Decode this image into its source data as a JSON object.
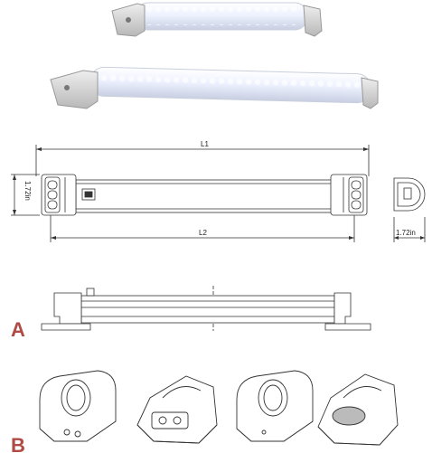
{
  "dimensions": {
    "length_l1": "L1",
    "length_l2": "L2",
    "height": "1.72in",
    "width": "1.72in"
  },
  "labels": {
    "section_a": "A",
    "section_b": "B"
  },
  "colors": {
    "label_red": "#b04a44",
    "lamp_glow": "#eef2ff",
    "housing_grey": "#cfcfcf",
    "line": "#333333"
  },
  "icons": {
    "lamp_short": "led-lamp-short-icon",
    "lamp_long": "led-lamp-long-icon",
    "end_cap": "end-cap-icon",
    "clip": "mounting-clip-icon"
  }
}
